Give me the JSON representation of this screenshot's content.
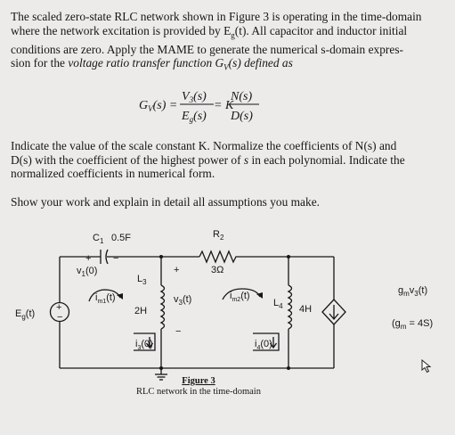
{
  "problem": {
    "intro_lines": [
      "The scaled zero-state RLC network shown in Figure 3 is operating in the time-domain",
      "where the network excitation is provided by E",
      "(t).  All capacitor and inductor initial",
      "conditions are zero.  Apply the MAME to generate the numerical s-domain expres-",
      "sion for the",
      "voltage ratio transfer function G",
      "V",
      "(s) defined as"
    ],
    "sub_g": "g",
    "instruction_lines": [
      "Indicate the value of the scale constant K.  Normalize the coefficients of N(s) and",
      "D(s) with the coefficient of the highest power of",
      "s",
      "in each polynomial.  Indicate the",
      "normalized coefficients in numerical form."
    ],
    "show_work": "Show your work and explain in detail all assumptions you make."
  },
  "equation": {
    "lhs": "G",
    "lhs_sub": "V",
    "lhs_arg": "(s) =",
    "num": "V",
    "num_sub": "3",
    "num_arg": "(s)",
    "den": "E",
    "den_sub": "g",
    "den_arg": "(s)",
    "eq_k": "= K",
    "n": "N(s)",
    "d": "D(s)"
  },
  "circuit": {
    "c1": "C",
    "c1_sub": "1",
    "c1_val": "0.5F",
    "v1_plus": "+",
    "v1": "v",
    "v1_sub": "1",
    "v1_arg": "(0)",
    "v1_minus": "−",
    "r2": "R",
    "r2_sub": "2",
    "r2_val": "3Ω",
    "eg": "E",
    "eg_sub": "g",
    "eg_arg": "(t)",
    "src_plus": "+",
    "src_minus": "−",
    "im1": "i",
    "im1_sub": "m1",
    "im1_arg": "(t)",
    "l3": "L",
    "l3_sub": "3",
    "l3_val": "2H",
    "i3": "i",
    "i3_sub": "3",
    "i3_arg": "(0)",
    "v3_plus": "+",
    "v3": "v",
    "v3_sub": "3",
    "v3_arg": "(t)",
    "v3_minus": "−",
    "im2": "i",
    "im2_sub": "m2",
    "im2_arg": "(t)",
    "l4": "L",
    "l4_sub": "4",
    "l4_val": "4H",
    "i4": "i",
    "i4_sub": "4",
    "i4_arg": "(0)",
    "gm": "g",
    "gm_sub": "m",
    "gm_v": "v",
    "gm_v_sub": "3",
    "gm_arg": "(t)",
    "gm_note_open": "(g",
    "gm_note_sub": "m",
    "gm_note_val": " = 4S)"
  },
  "figure": {
    "title": "Figure 3",
    "caption": "RLC network in the time-domain"
  },
  "icons": {
    "cursor": "cursor-arrow-icon"
  }
}
